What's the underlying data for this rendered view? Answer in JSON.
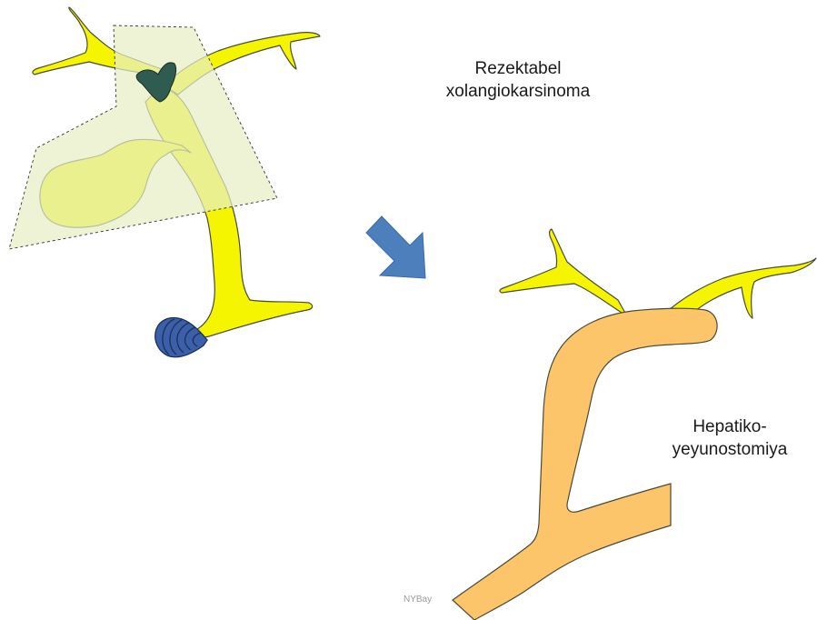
{
  "labels": {
    "top_line1": "Rezektabel",
    "top_line2": "xolangiokarsinoma",
    "bottom_line1": "Hepatiko-",
    "bottom_line2": "yeyunostomiya"
  },
  "watermark": "NYBay",
  "colors": {
    "bile_duct": "#f5f500",
    "resection_zone": "#e6efc4",
    "tumor": "#2f5b50",
    "ampulla": "#3b5fa8",
    "jejunum": "#fcc56a",
    "arrow": "#4d7fbc",
    "outline": "#4a4a3a"
  }
}
